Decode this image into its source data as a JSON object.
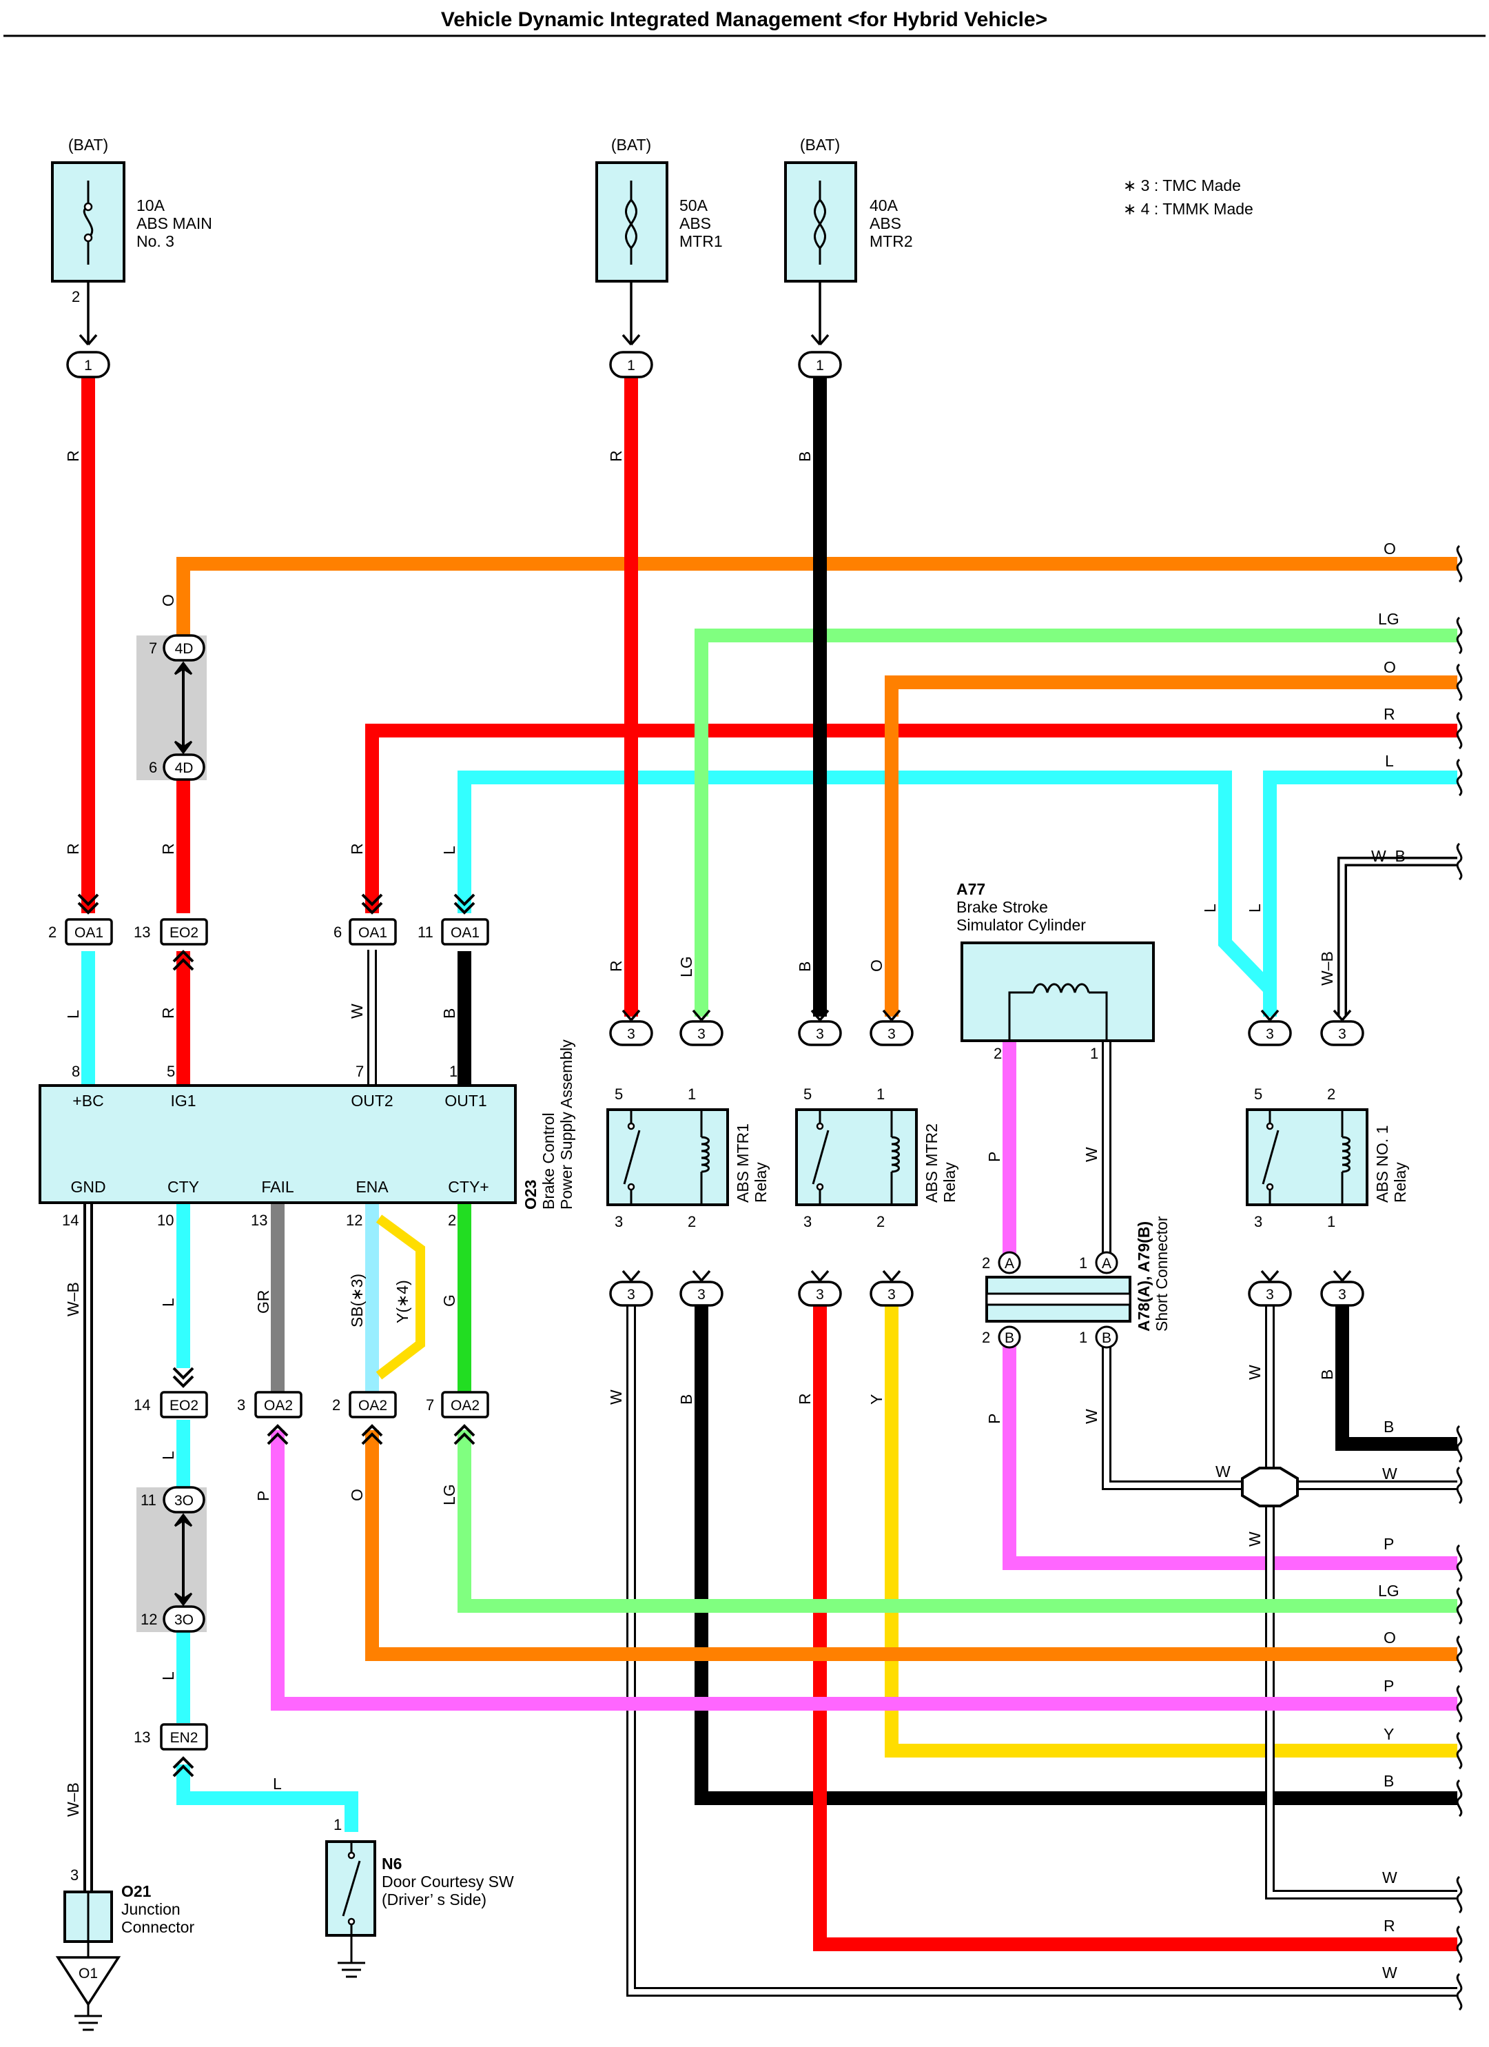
{
  "title": "Vehicle Dynamic Integrated Management <for Hybrid Vehicle>",
  "notes": [
    "∗ 3 : TMC Made",
    "∗ 4 : TMMK Made"
  ],
  "colors": {
    "R": "#ff0000",
    "O": "#ff8000",
    "LG": "#80ff80",
    "L": "#33ffff",
    "B": "#000000",
    "W": "#ffffff",
    "P": "#ff66ff",
    "Y": "#ffdd00",
    "G": "#22dd22",
    "GR": "#808080",
    "SB": "#99eeff",
    "WB": "#000000",
    "box": "#cdf4f6",
    "group": "#d0d0d0"
  },
  "fuses": [
    {
      "bat": "(BAT)",
      "line1": "10A",
      "line2": "ABS MAIN",
      "line3": "No. 3",
      "pin": "2"
    },
    {
      "bat": "(BAT)",
      "line1": "50A",
      "line2": "ABS",
      "line3": "MTR1",
      "pin": ""
    },
    {
      "bat": "(BAT)",
      "line1": "40A",
      "line2": "ABS",
      "line3": "MTR2",
      "pin": ""
    }
  ],
  "ecu": {
    "code": "O23",
    "name1": "Brake Control",
    "name2": "Power Supply Assembly",
    "top_terms": [
      "+BC",
      "IG1",
      "OUT2",
      "OUT1"
    ],
    "top_pins": [
      "8",
      "5",
      "7",
      "1"
    ],
    "bottom_terms": [
      "GND",
      "CTY",
      "FAIL",
      "ENA",
      "CTY+"
    ],
    "bottom_pins": [
      "14",
      "10",
      "13",
      "12",
      "2"
    ]
  },
  "connectors": {
    "oa1_a": {
      "num": "2",
      "name": "OA1"
    },
    "eo2_a": {
      "num": "13",
      "name": "EO2"
    },
    "oa1_b": {
      "num": "6",
      "name": "OA1"
    },
    "oa1_c": {
      "num": "11",
      "name": "OA1"
    },
    "eo2_b": {
      "num": "14",
      "name": "EO2"
    },
    "oa2_a": {
      "num": "3",
      "name": "OA2"
    },
    "oa2_b": {
      "num": "2",
      "name": "OA2"
    },
    "oa2_c": {
      "num": "7",
      "name": "OA2"
    },
    "en2": {
      "num": "13",
      "name": "EN2"
    },
    "j4d_top": {
      "num": "7",
      "name": "4D"
    },
    "j4d_bot": {
      "num": "6",
      "name": "4D"
    },
    "j3o_top": {
      "num": "11",
      "name": "3O"
    },
    "j3o_bot": {
      "num": "12",
      "name": "3O"
    },
    "pin_one": "1",
    "pin_three": "3"
  },
  "relays": [
    {
      "name1": "ABS MTR1",
      "name2": "Relay",
      "p_tl": "5",
      "p_tr": "1",
      "p_bl": "3",
      "p_br": "2"
    },
    {
      "name1": "ABS MTR2",
      "name2": "Relay",
      "p_tl": "5",
      "p_tr": "1",
      "p_bl": "3",
      "p_br": "2"
    },
    {
      "name1": "ABS NO. 1",
      "name2": "Relay",
      "p_tl": "5",
      "p_tr": "2",
      "p_bl": "3",
      "p_br": "1"
    }
  ],
  "a77": {
    "code": "A77",
    "name1": "Brake Stroke",
    "name2": "Simulator Cylinder",
    "pin_l": "2",
    "pin_r": "1"
  },
  "short": {
    "code": "A78(A), A79(B)",
    "name": "Short Connector",
    "pin2": "2",
    "pin1": "1",
    "a": "A",
    "b": "B"
  },
  "n6": {
    "code": "N6",
    "name1": "Door Courtesy SW",
    "name2": "(Driver’ s Side)",
    "pin": "1"
  },
  "o21": {
    "code": "O21",
    "name1": "Junction",
    "name2": "Connector",
    "pin": "3",
    "ground": "O1"
  },
  "wire_labels": {
    "R": "R",
    "O": "O",
    "LG": "LG",
    "L": "L",
    "B": "B",
    "W": "W",
    "P": "P",
    "Y": "Y",
    "G": "G",
    "GR": "GR",
    "WB": "W–B",
    "SB3": "SB(∗3)",
    "Y4": "Y(∗4)"
  },
  "right_edge": [
    "O",
    "LG",
    "O",
    "R",
    "L",
    "W–B",
    "B",
    "W",
    "P",
    "LG",
    "O",
    "P",
    "Y",
    "B",
    "W",
    "R",
    "W"
  ]
}
